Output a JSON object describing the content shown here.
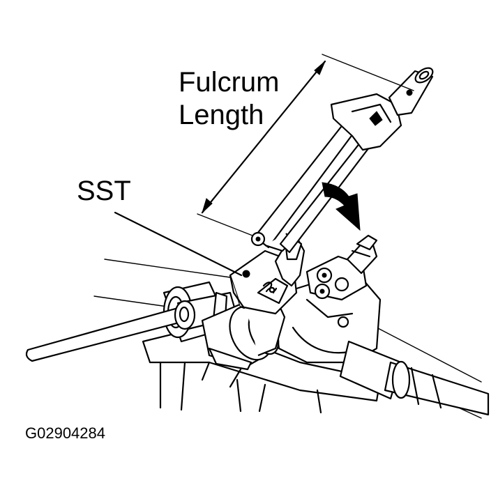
{
  "labels": {
    "fulcrum_line1": "Fulcrum",
    "fulcrum_line2": "Length",
    "sst": "SST",
    "figure_code": "G02904284"
  },
  "colors": {
    "ink": "#000000",
    "paper": "#ffffff"
  }
}
